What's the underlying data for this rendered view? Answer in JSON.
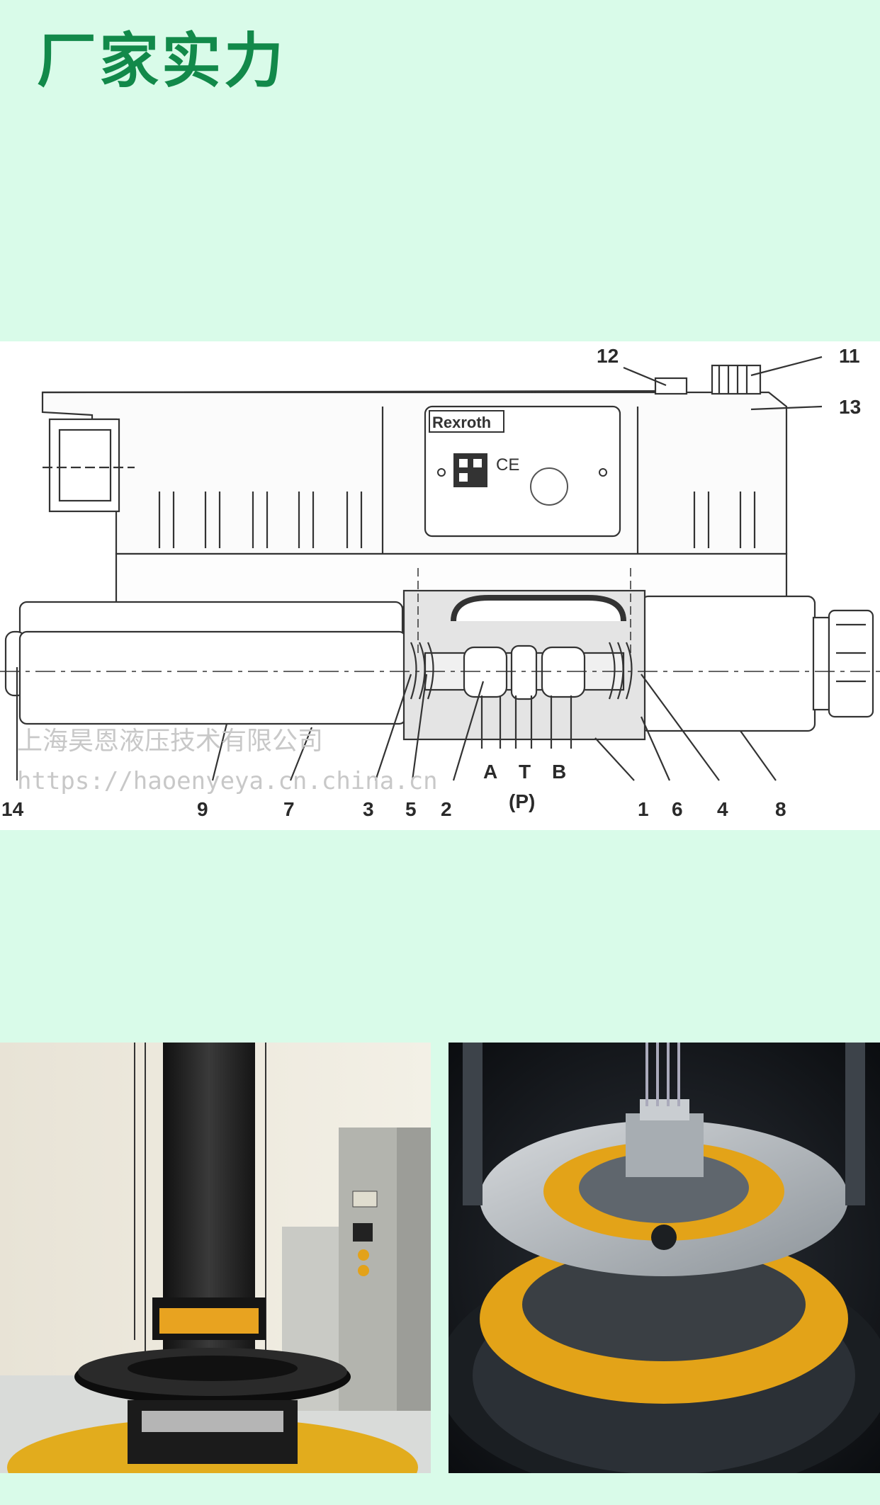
{
  "page": {
    "title": "厂家实力",
    "background": "#d9fbe9",
    "accent": "#12894a"
  },
  "diagram": {
    "brand": "Rexroth",
    "ce_mark": "CE",
    "callouts": {
      "n1": "1",
      "n2": "2",
      "n3": "3",
      "n4": "4",
      "n5": "5",
      "n6": "6",
      "n7": "7",
      "n8": "8",
      "n9": "9",
      "n11": "11",
      "n12": "12",
      "n13": "13",
      "n14": "14"
    },
    "ports": {
      "a": "A",
      "t": "T",
      "b": "B",
      "p": "(P)"
    },
    "watermark": {
      "company": "上海昊恩液压技术有限公司",
      "url": "https://haoenyeya.cn.china.cn"
    }
  },
  "photos": {
    "left": "lab-hydraulic-test-rig-photo",
    "right": "rotary-bearing-assembly-photo"
  }
}
